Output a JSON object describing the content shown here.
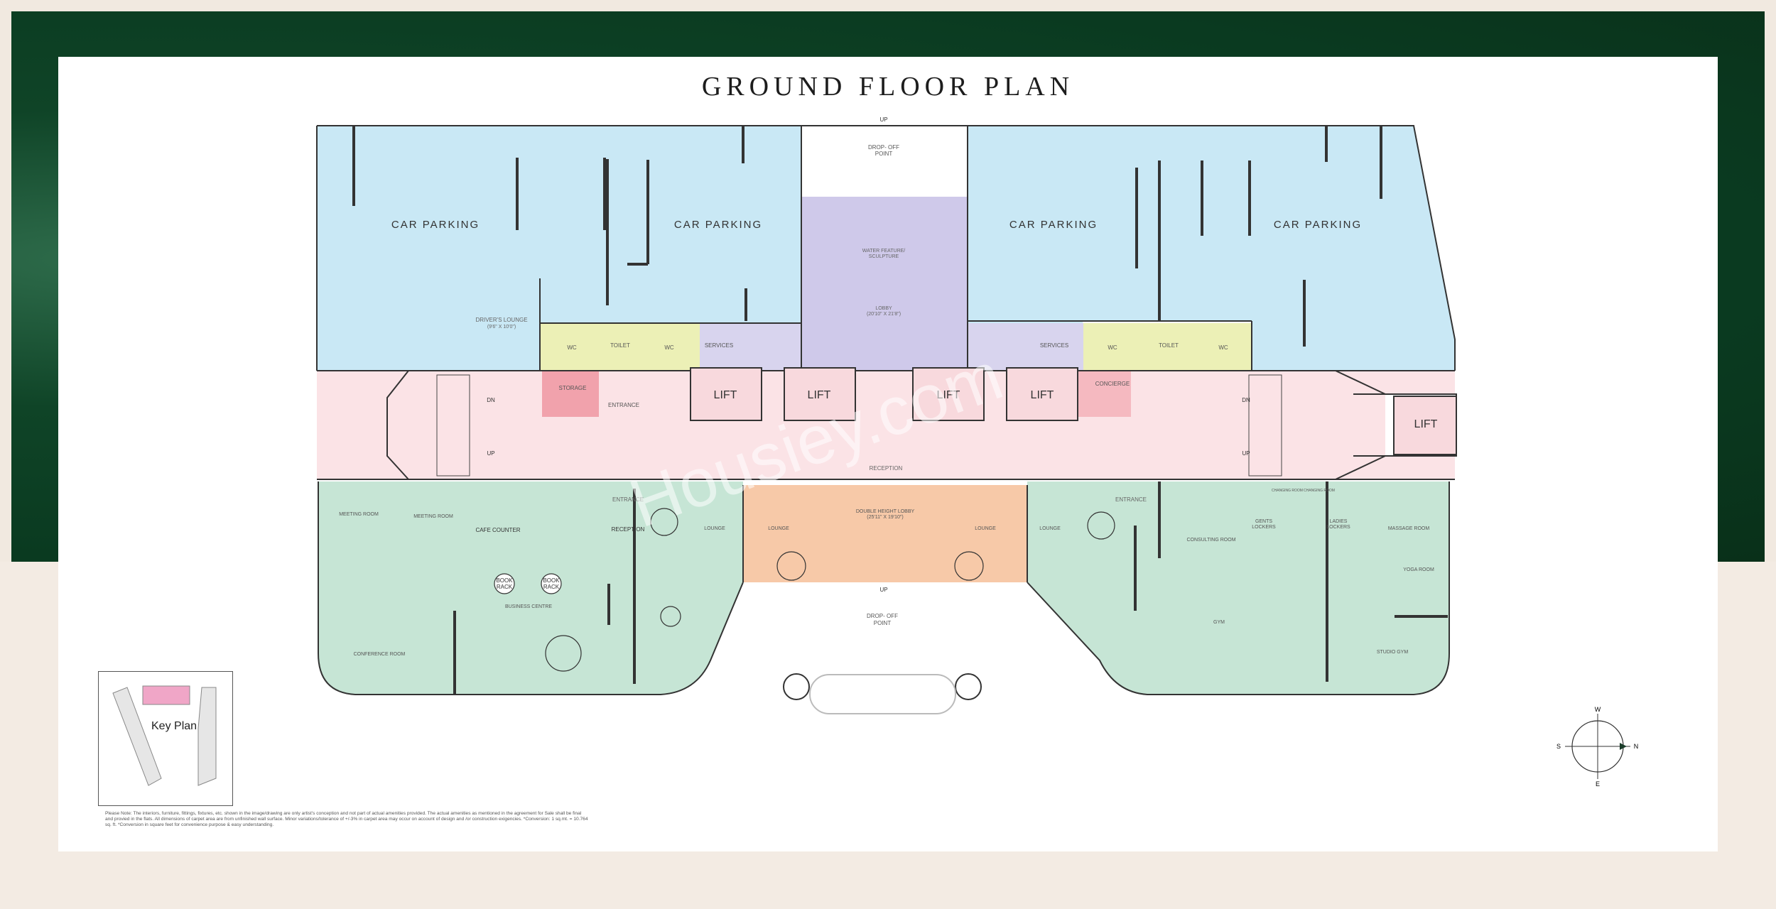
{
  "title": "GROUND FLOOR PLAN",
  "rooms": {
    "car_parking": "CAR PARKING",
    "drivers_lounge": "DRIVER'S LOUNGE",
    "drivers_lounge_dim": "(9'6\" X 10'0\")",
    "toilet": "TOILET",
    "wc": "WC",
    "services": "SERVICES",
    "storage": "STORAGE",
    "entrance": "ENTRANCE",
    "concierge": "CONCIERGE",
    "lift": "LIFT",
    "up": "UP",
    "dn": "DN",
    "drop_off_1": "DROP- OFF",
    "drop_off_2": "POINT",
    "water_feature_1": "WATER FEATURE/",
    "water_feature_2": "SCULPTURE",
    "lobby": "LOBBY",
    "lobby_dim": "(20'10\" X 21'8\")",
    "reception": "RECEPTION",
    "meeting_room": "MEETING ROOM",
    "cafe_counter": "CAFE COUNTER",
    "book_rack_1": "BOOK",
    "book_rack_2": "RACK",
    "business_centre": "BUSINESS CENTRE",
    "conference_room": "CONFERENCE ROOM",
    "lounge": "LOUNGE",
    "dh_lobby": "DOUBLE HEIGHT LOBBY",
    "dh_lobby_dim": "(25'11\" X 19'10\")",
    "consulting_room": "CONSULTING ROOM",
    "gents_lockers_1": "GENTS",
    "gents_lockers_2": "LOCKERS",
    "ladies_lockers_1": "LADIES",
    "ladies_lockers_2": "LOCKERS",
    "changing_room": "CHANGING ROOM",
    "massage_room": "MASSAGE ROOM",
    "yoga_room": "YOGA ROOM",
    "gym": "GYM",
    "studio_gym": "STUDIO GYM"
  },
  "key_plan": {
    "label": "Key Plan"
  },
  "compass": {
    "w": "W",
    "s": "S",
    "n": "N",
    "e": "E"
  },
  "watermark": "Housiey.com",
  "note": "Please Note: The interiors, furniture, fittings, fixtures, etc. shown in the image/drawing are only artist's conception and not part of actual amenities provided. The actual amenities as mentioned in the agreement for Sale shall be final and provied in the flats. All dimensions of carpet area are from unfinished wall surface. Minor variations/tolerance of +/-3% in carpet area may occur on account of design and /or construction exigencies. *Conversion: 1 sq.mt. = 10.764 sq. ft. *Conversion in square feet for convenience purpose & easy understanding.",
  "colors": {
    "parking": "#c9e8f5",
    "amenity": "#c6e5d5",
    "corridor": "#fbe3e6",
    "lobby": "#cfc9ea",
    "dh_lobby": "#f7c9a8",
    "toilet": "#ecf0b6",
    "storage": "#f1a2ac"
  }
}
